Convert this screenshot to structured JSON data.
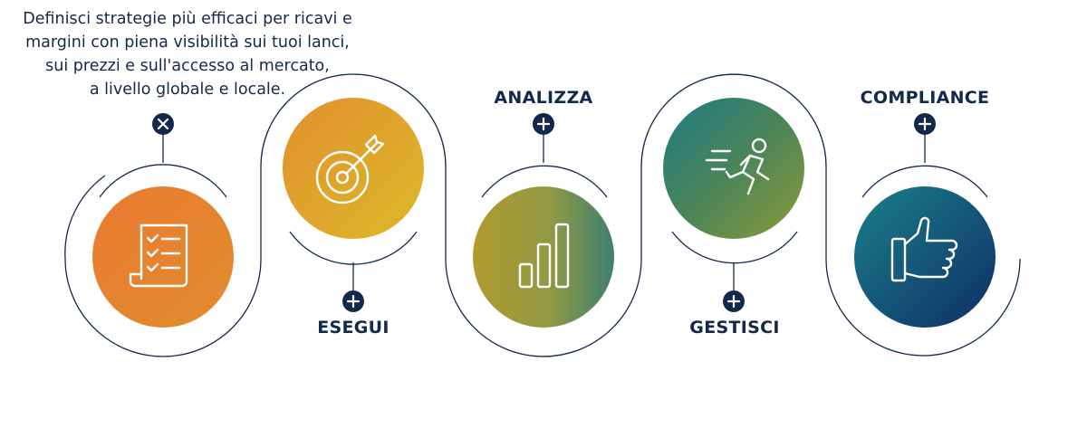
{
  "intro": {
    "text": "Definisci strategie più efficaci per ricavi e\nmargini con piena visibilità sui tuoi lanci,\nsui prezzi e sull'accesso al mercato,\na livello globale e locale."
  },
  "steps": [
    {
      "label": "",
      "icon": "checklist-icon",
      "toggle": "close-icon",
      "expanded": true
    },
    {
      "label": "ESEGUI",
      "icon": "target-icon",
      "toggle": "plus-icon",
      "expanded": false
    },
    {
      "label": "ANALIZZA",
      "icon": "bar-chart-icon",
      "toggle": "plus-icon",
      "expanded": false
    },
    {
      "label": "GESTISCI",
      "icon": "running-person-icon",
      "toggle": "plus-icon",
      "expanded": false
    },
    {
      "label": "COMPLIANCE",
      "icon": "thumbs-up-icon",
      "toggle": "plus-icon",
      "expanded": false
    }
  ],
  "colors": {
    "navy": "#13294b",
    "orange": "#e4762a",
    "gold": "#dca92c",
    "olive": "#a49b3a",
    "teal": "#2d7d78",
    "deep_blue": "#11416b"
  }
}
